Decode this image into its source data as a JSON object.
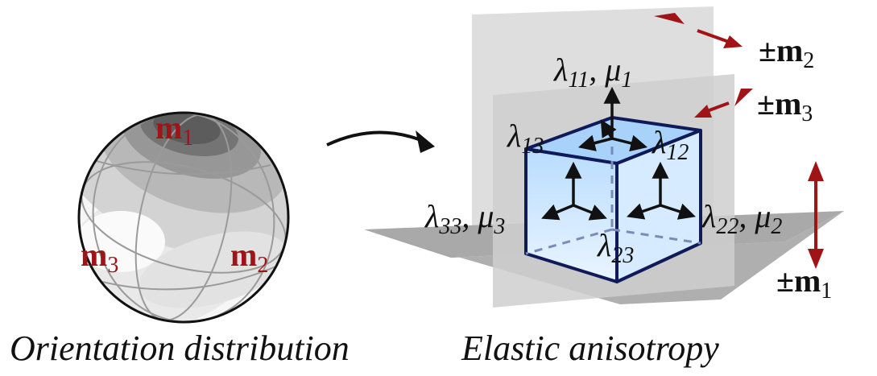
{
  "captions": {
    "left": "Orientation distribution",
    "right": "Elastic anisotropy"
  },
  "sphere_labels": {
    "m1": {
      "base": "m",
      "sub": "1"
    },
    "m2": {
      "base": "m",
      "sub": "2"
    },
    "m3": {
      "base": "m",
      "sub": "3"
    }
  },
  "axis_labels": {
    "pm_m1": {
      "prefix": "±",
      "base": "m",
      "sub": "1"
    },
    "pm_m2": {
      "prefix": "±",
      "base": "m",
      "sub": "2"
    },
    "pm_m3": {
      "prefix": "±",
      "base": "m",
      "sub": "3"
    }
  },
  "moduli": {
    "l11": {
      "a": "λ",
      "as": "11",
      "sep": ", ",
      "b": "μ",
      "bs": "1"
    },
    "l13": {
      "a": "λ",
      "as": "13"
    },
    "l12": {
      "a": "λ",
      "as": "12"
    },
    "l33": {
      "a": "λ",
      "as": "33",
      "sep": ", ",
      "b": "μ",
      "bs": "3"
    },
    "l22": {
      "a": "λ",
      "as": "22",
      "sep": ", ",
      "b": "μ",
      "bs": "2"
    },
    "l23": {
      "a": "λ",
      "as": "23"
    }
  },
  "colors": {
    "accent": "#a01418",
    "ink": "#111111",
    "cube_edge": "#101a5a",
    "cube_fill": "#cfe8ff",
    "plane_light": "#d9d9d9",
    "plane_dark": "#a8a8a8"
  }
}
